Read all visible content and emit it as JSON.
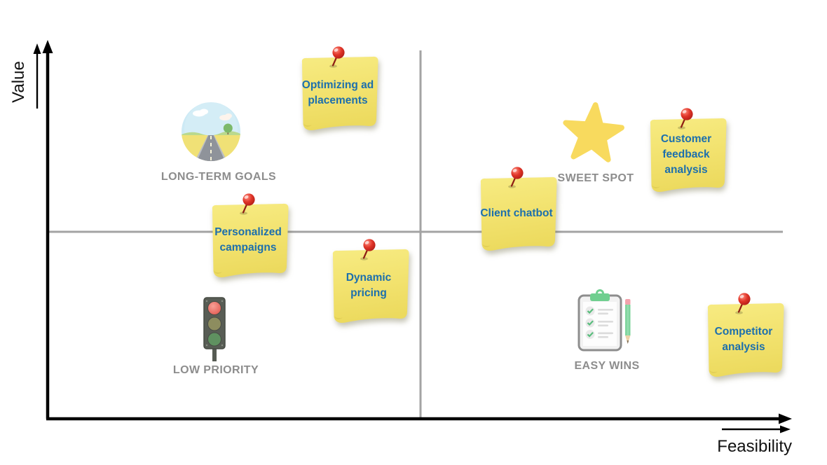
{
  "axes": {
    "y_label": "Value",
    "x_label": "Feasibility"
  },
  "quadrants": {
    "top_left": {
      "label": "LONG-TERM GOALS",
      "icon": "road-horizon-icon"
    },
    "top_right": {
      "label": "SWEET SPOT",
      "icon": "star-icon"
    },
    "bottom_left": {
      "label": "LOW PRIORITY",
      "icon": "traffic-light-icon"
    },
    "bottom_right": {
      "label": "EASY WINS",
      "icon": "checklist-pencil-icon"
    }
  },
  "notes": [
    {
      "text": "Optimizing ad placements",
      "quadrant": "top_left"
    },
    {
      "text": "Personalized campaigns",
      "quadrant": "top_left"
    },
    {
      "text": "Dynamic pricing",
      "quadrant": "bottom_left"
    },
    {
      "text": "Client chatbot",
      "quadrant": "top_right"
    },
    {
      "text": "Customer feedback analysis",
      "quadrant": "top_right"
    },
    {
      "text": "Competitor analysis",
      "quadrant": "bottom_right"
    }
  ],
  "colors": {
    "note_fill": "#f2e26e",
    "note_text": "#1c6fad",
    "quadrant_label": "#8d8d8d",
    "divider": "#a3a3a3",
    "axis": "#000000",
    "pin_red": "#d7291f",
    "star_yellow": "#f8da5e",
    "clip_green": "#6fcf8f"
  }
}
